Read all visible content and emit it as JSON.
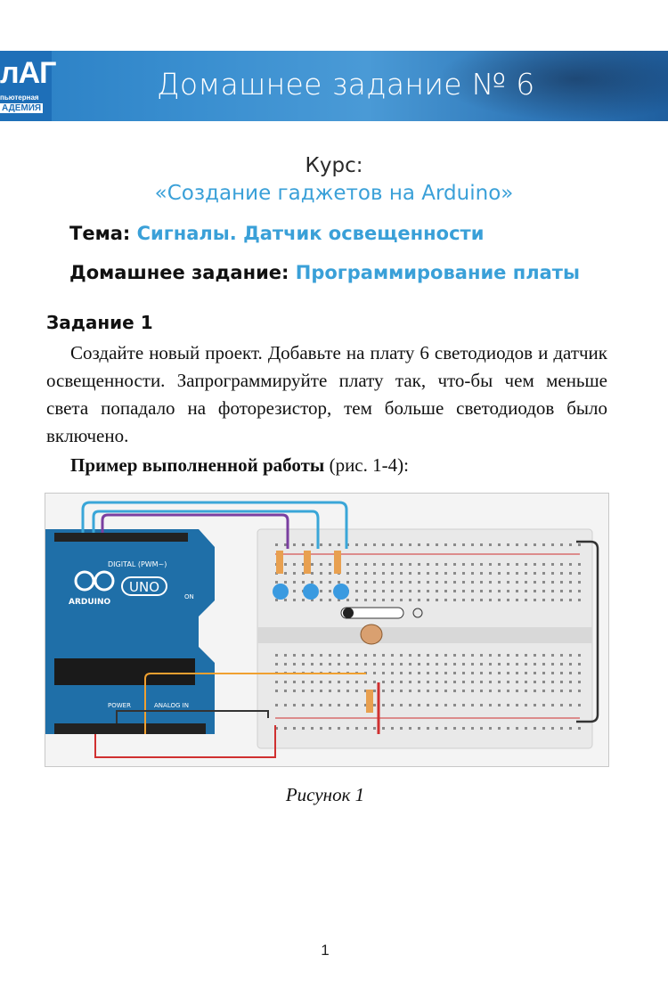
{
  "banner": {
    "title": "Домашнее задание № 6",
    "logo_big": "лАГ",
    "logo_line1": "пьютерная",
    "logo_line2": "АДЕМИЯ"
  },
  "course": {
    "label": "Курс:",
    "name": "«Создание гаджетов на Arduino»"
  },
  "topic": {
    "label": "Тема:",
    "value": "Сигналы. Датчик освещенности"
  },
  "homework": {
    "label": "Домашнее задание:",
    "value": "Программирование платы"
  },
  "task": {
    "title": "Задание 1",
    "text": "Создайте новый проект. Добавьте на плату 6 светодиодов и датчик освещенности. Запрограммируйте плату так, что-бы чем меньше света попадало на фоторезистор, тем больше светодиодов было включено.",
    "example_bold": "Пример выполненной работы",
    "example_rest": " (рис. 1-4):"
  },
  "figure": {
    "board_digital_label": "DIGITAL (PWM~)",
    "board_brand": "ARDUINO",
    "board_model": "UNO",
    "board_on": "ON",
    "board_power": "POWER",
    "board_analog": "ANALOG IN",
    "colors": {
      "board": "#1f6fa8",
      "wire_blue": "#3aa6d8",
      "wire_purple": "#7a3fa0",
      "wire_orange": "#f0a030",
      "wire_red": "#d03030",
      "wire_black": "#333333",
      "led": "#3a9ae0"
    }
  },
  "caption": "Рисунок 1",
  "page_number": "1"
}
